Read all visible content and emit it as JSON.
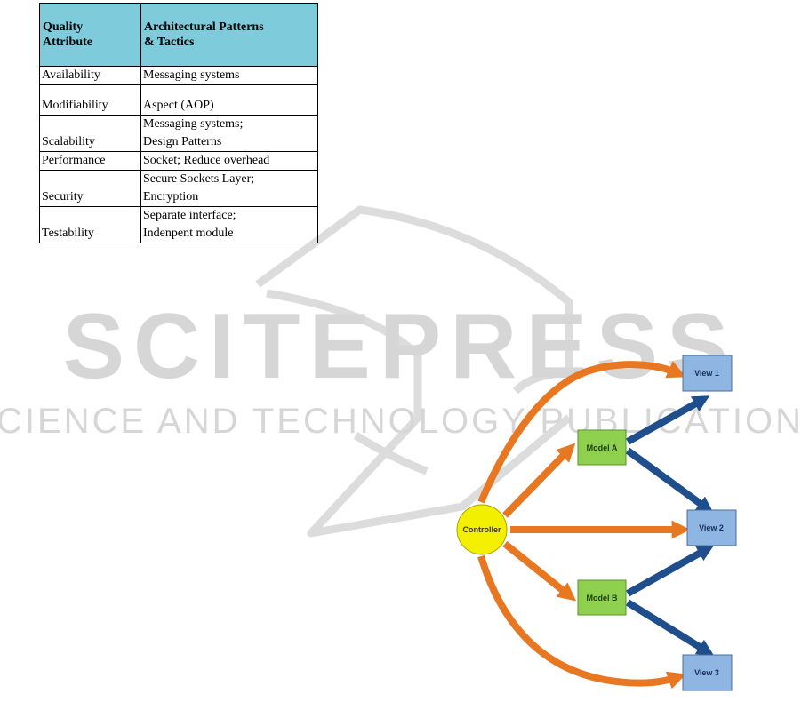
{
  "table": {
    "headers": [
      "Quality Attribute",
      "Architectural Patterns & Tactics"
    ],
    "header_lines": [
      [
        "Quality",
        "Attribute"
      ],
      [
        "Architectural Patterns",
        "& Tactics"
      ]
    ],
    "rows": [
      {
        "attribute": "Availability",
        "tactics": [
          "Messaging systems"
        ]
      },
      {
        "attribute": "Modifiability",
        "tactics": [
          "Aspect (AOP)"
        ]
      },
      {
        "attribute": "Scalability",
        "tactics": [
          "Messaging systems;",
          "Design Patterns"
        ]
      },
      {
        "attribute": "Performance",
        "tactics": [
          "Socket; Reduce overhead"
        ]
      },
      {
        "attribute": "Security",
        "tactics": [
          "Secure Sockets Layer;",
          "Encryption"
        ]
      },
      {
        "attribute": "Testability",
        "tactics": [
          "Separate interface;",
          "Indenpent module"
        ]
      }
    ],
    "header_color": "#7ecbdc"
  },
  "watermark": {
    "brand": "SCITEPRESS",
    "tagline": "SCIENCE AND TECHNOLOGY PUBLICATIONS",
    "color": "#d6d6d6"
  },
  "diagram": {
    "controller": {
      "label": "Controller",
      "color": "#f2ef00"
    },
    "models": [
      {
        "label": "Model A",
        "color": "#8fd14f"
      },
      {
        "label": "Model B",
        "color": "#8fd14f"
      }
    ],
    "views": [
      {
        "label": "View 1",
        "color": "#8fb5e2"
      },
      {
        "label": "View 2",
        "color": "#8fb5e2"
      },
      {
        "label": "View 3",
        "color": "#8fb5e2"
      }
    ],
    "controller_arrow_color": "#e87722",
    "model_arrow_color": "#1f4e8c"
  }
}
